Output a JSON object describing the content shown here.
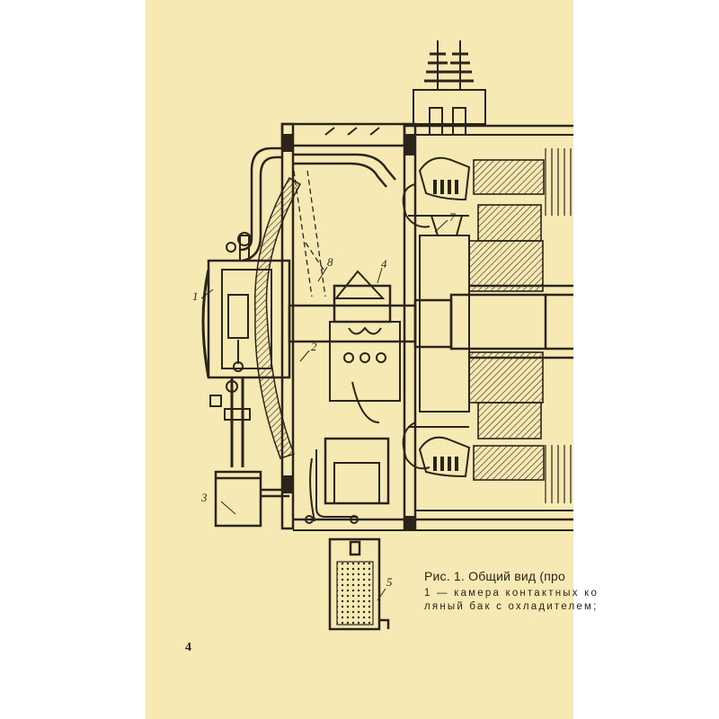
{
  "figure": {
    "callouts": [
      "1",
      "2",
      "3",
      "4",
      "5",
      "7",
      "8"
    ]
  },
  "caption": {
    "title": "Рис. 1. Общий вид (про",
    "line1": "1 — камера контактных ко",
    "line2": "ляный бак с охладителем;"
  },
  "page_number": "4",
  "colors": {
    "paper": "#f6e9b4",
    "ink": "#2a241a",
    "hatch": "#4a3f2c"
  }
}
